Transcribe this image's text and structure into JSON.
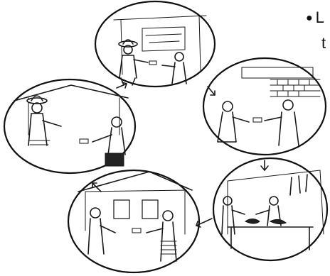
{
  "bullet": {
    "text": "L",
    "continuation": "t"
  },
  "scenes": [
    {
      "id": "market-stall-money-exchange"
    },
    {
      "id": "shop-counter-money-exchange"
    },
    {
      "id": "vegetable-market-exchange"
    },
    {
      "id": "house-money-exchange"
    },
    {
      "id": "village-money-exchange"
    }
  ],
  "arrows": 5
}
